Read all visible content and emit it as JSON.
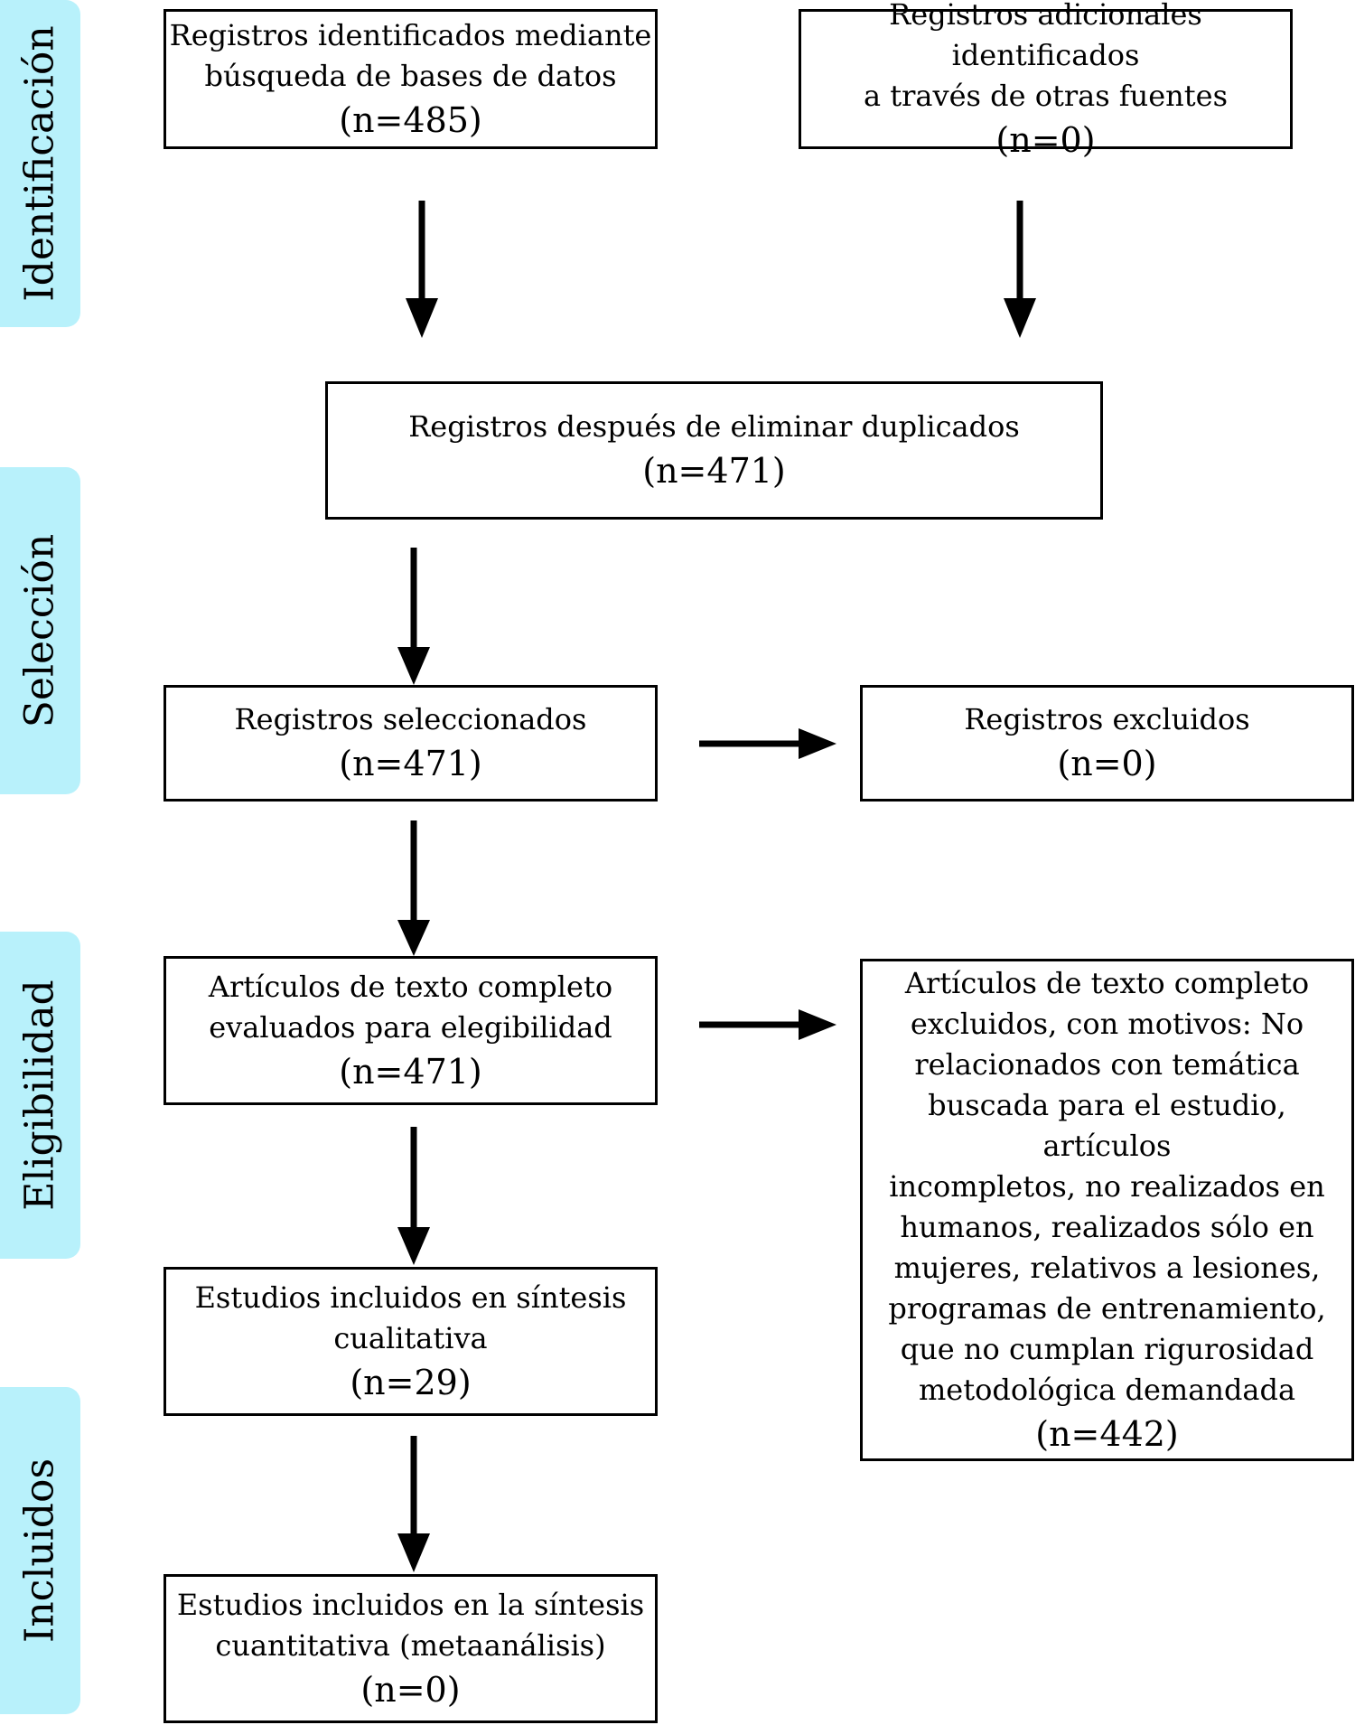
{
  "phases": {
    "identificacion": "Identificación",
    "seleccion": "Selección",
    "eligibilidad": "Eligibilidad",
    "incluidos": "Incluidos"
  },
  "boxes": {
    "db_records": {
      "lines": [
        "Registros identificados mediante",
        "búsqueda de bases de datos"
      ],
      "n": "(n=485)"
    },
    "other_records": {
      "lines": [
        "Registros adicionales identificados",
        "a través de otras fuentes"
      ],
      "n": "(n=0)"
    },
    "dedup": {
      "lines": [
        "Registros después de eliminar duplicados"
      ],
      "n": "(n=471)"
    },
    "screened": {
      "lines": [
        "Registros seleccionados"
      ],
      "n": "(n=471)"
    },
    "excluded": {
      "lines": [
        "Registros excluidos"
      ],
      "n": "(n=0)"
    },
    "fulltext": {
      "lines": [
        "Artículos de texto completo",
        "evaluados para elegibilidad"
      ],
      "n": "(n=471)"
    },
    "fulltext_excluded": {
      "lines": [
        "Artículos de texto completo",
        "excluidos, con motivos: No",
        "relacionados con temática",
        "buscada para el estudio, artículos",
        "incompletos, no realizados en",
        "humanos, realizados sólo en",
        "mujeres, relativos a lesiones,",
        "programas de entrenamiento,",
        "que no cumplan rigurosidad",
        "metodológica demandada"
      ],
      "n": "(n=442)"
    },
    "qualitative": {
      "lines": [
        "Estudios incluidos en síntesis",
        "cualitativa"
      ],
      "n": "(n=29)"
    },
    "quantitative": {
      "lines": [
        "Estudios incluidos en la síntesis",
        "cuantitativa (metaanálisis)"
      ],
      "n": "(n=0)"
    }
  }
}
